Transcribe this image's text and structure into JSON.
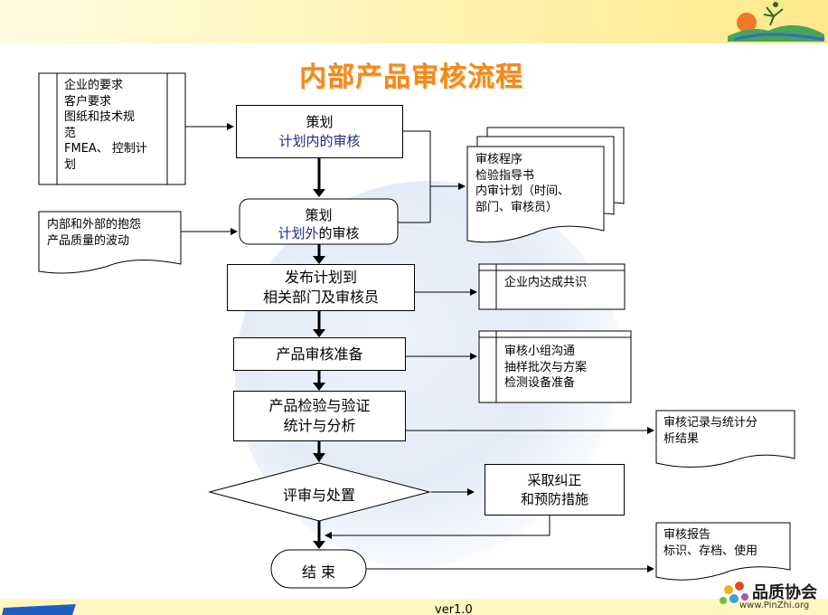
{
  "title": "内部产品审核流程",
  "inputs": {
    "requirements": [
      "企业的要求",
      "客户要求",
      "图纸和技术规",
      "范",
      "FMEA、 控制计",
      "划"
    ],
    "complaints": [
      "内部和外部的抱怨",
      "产品质量的波动"
    ]
  },
  "steps": {
    "plan_internal": {
      "line1": "策划",
      "line2": "计划内的审核"
    },
    "plan_external": {
      "line1": "策划",
      "line2_a": "计划外",
      "line2_b": "的审核"
    },
    "publish": {
      "line1": "发布计划到",
      "line2": "相关部门及审核员"
    },
    "prepare": "产品审核准备",
    "inspect": {
      "line1": "产品检验与验证",
      "line2": "统计与分析"
    },
    "review": "评审与处置",
    "corrective": {
      "line1": "采取纠正",
      "line2": "和预防措施"
    },
    "end": "结 束"
  },
  "outputs": {
    "documents": [
      "审核程序",
      "检验指导书",
      "内审计划（时间、",
      "部门、审核员）"
    ],
    "consensus": "企业内达成共识",
    "preparation": [
      "审核小组沟通",
      "抽样批次与方案",
      "检测设备准备"
    ],
    "records": [
      "审核记录与统计分",
      "析结果"
    ],
    "report": [
      "审核报告",
      "标识、存档、使用"
    ]
  },
  "footer": {
    "version": "ver1.0",
    "brand": "品质协会",
    "url": "www.PinZhi.org"
  },
  "colors": {
    "title": "#f28a1e",
    "plan_text": "#1f2a8a"
  }
}
